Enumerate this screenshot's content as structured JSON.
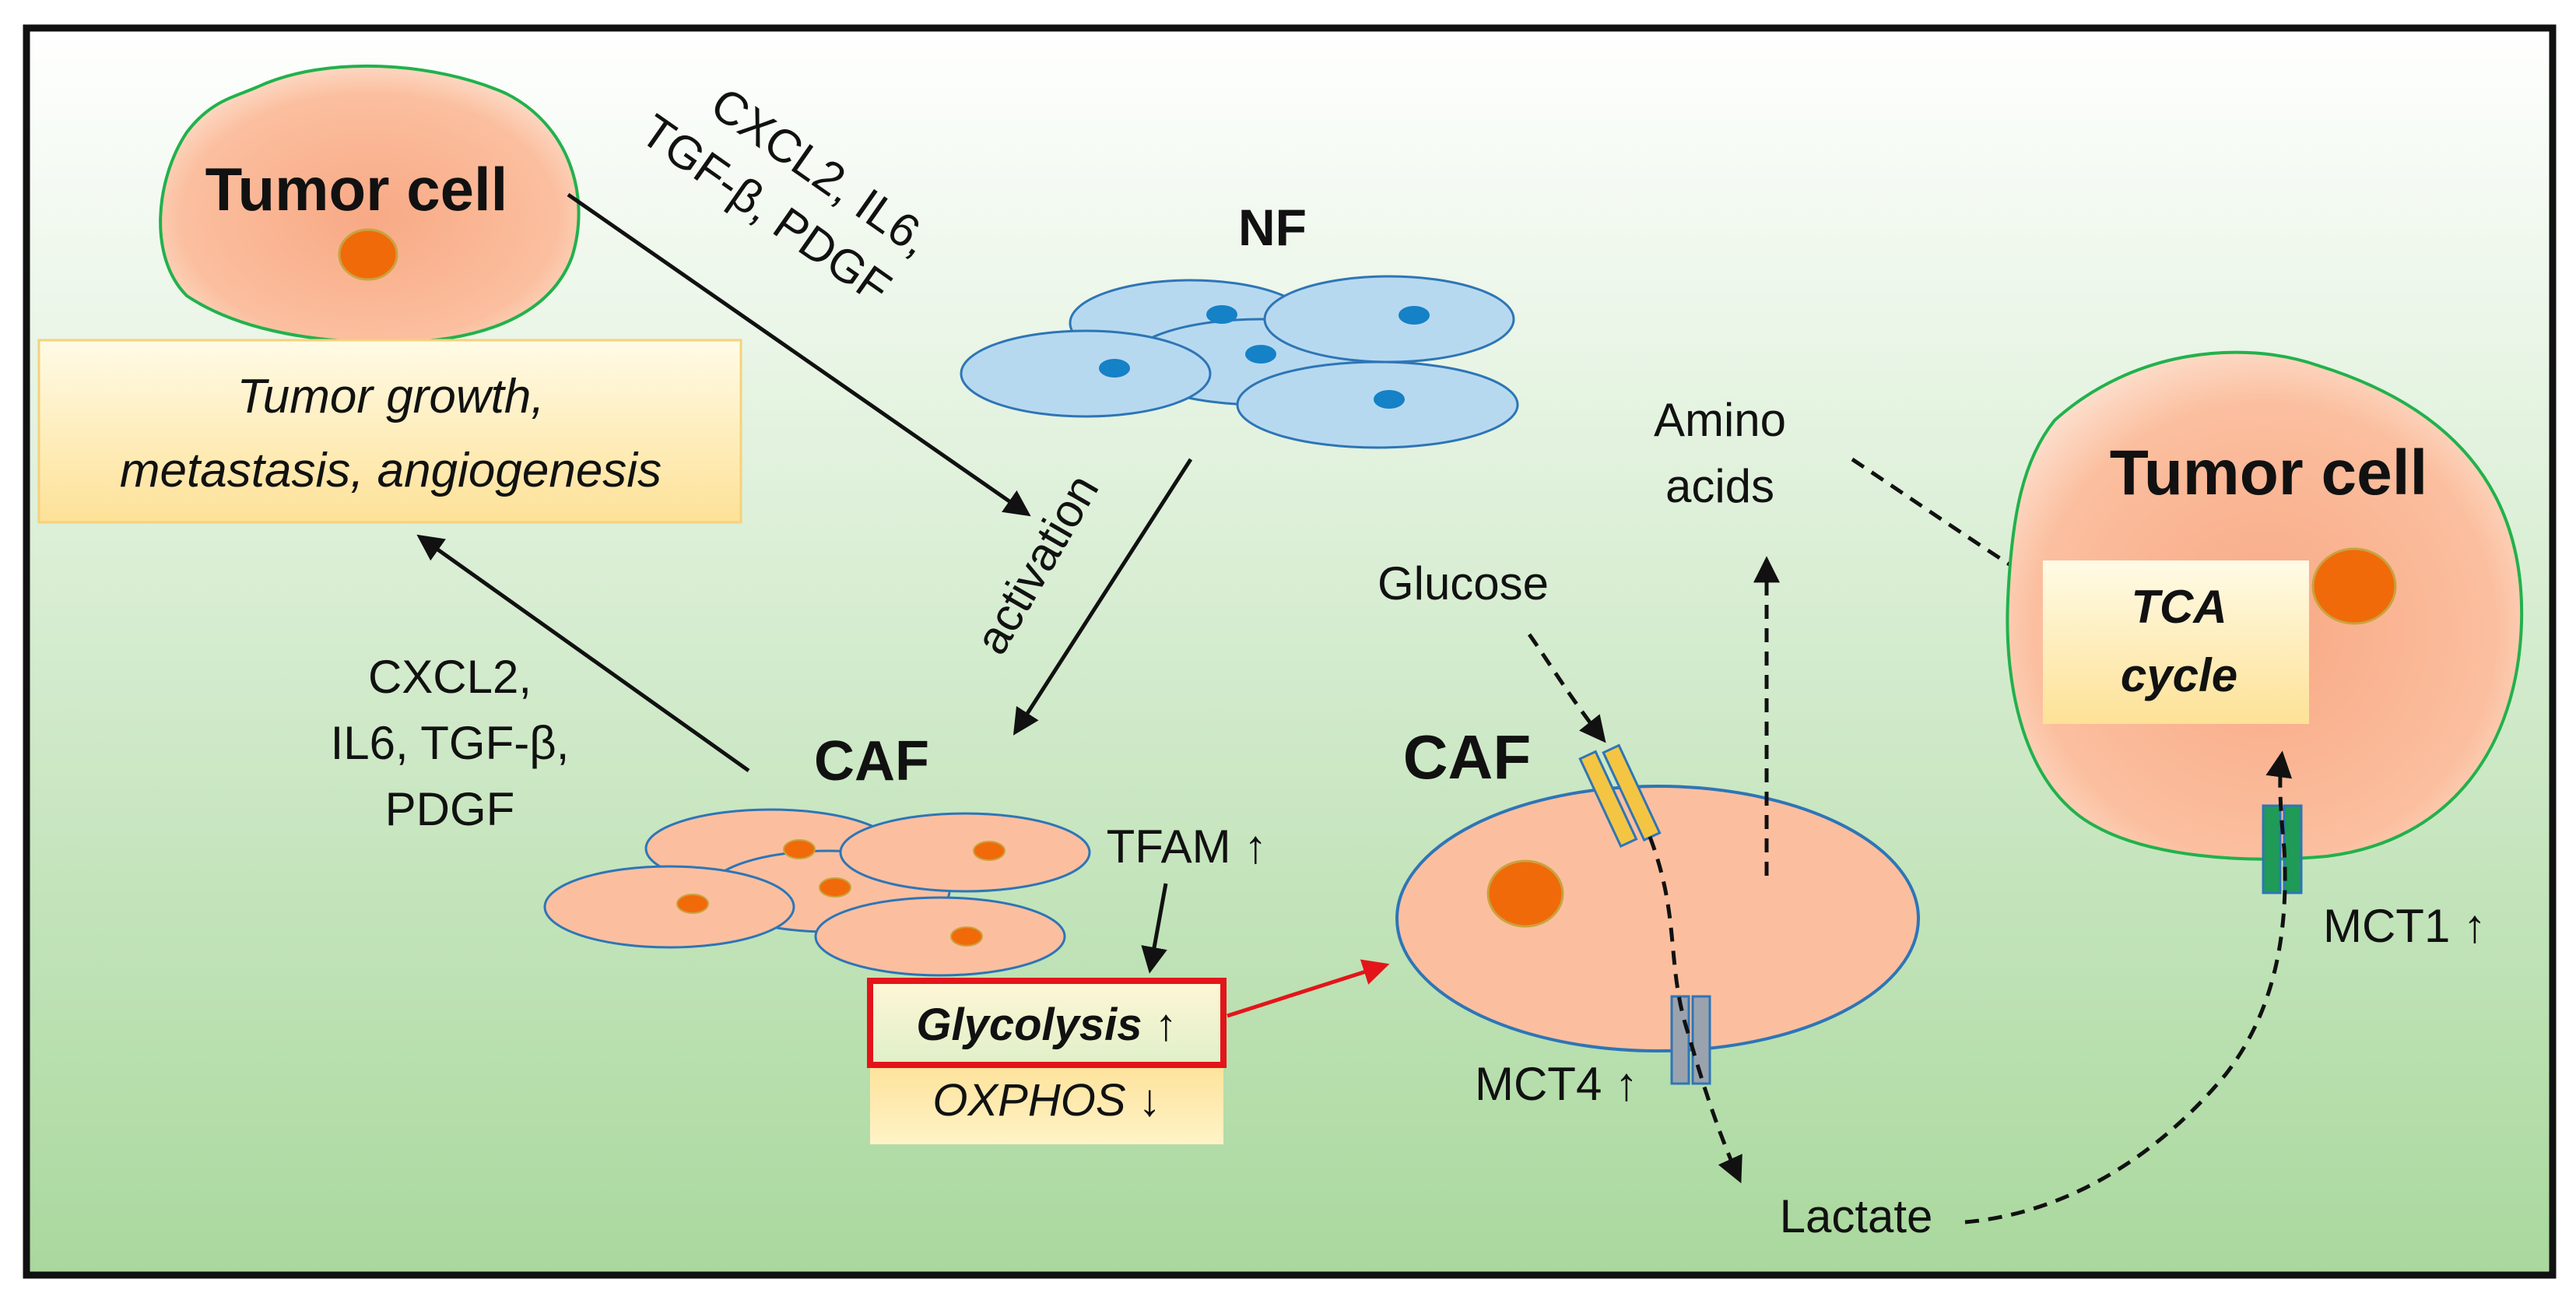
{
  "colors": {
    "background_top": "#ffffff",
    "background_bottom": "#a9d89d",
    "border": "#111111",
    "cell_fill": "#fbbf9f",
    "cell_outline": "#22b14c",
    "nucleus": "#f06a0a",
    "nf_fill": "#b7d9f0",
    "nf_outline": "#2e75b6",
    "nf_nucleus": "#1581c6",
    "label_box": "#fde9a6",
    "highlight_border": "#e3151a",
    "mct4_transporter": "#9aa3ad",
    "glucose_transporter": "#f4c542",
    "mct1_transporter": "#1f9a57"
  },
  "labels": {
    "tumor_cell_left": "Tumor cell",
    "tumor_cell_right": "Tumor cell",
    "effects_line1": "Tumor growth,",
    "effects_line2": "metastasis, angiogenesis",
    "signals_top_line1": "CXCL2, IL6,",
    "signals_top_line2": "TGF-β, PDGF",
    "nf": "NF",
    "activation": "activation",
    "signals_bottom_line1": "CXCL2,",
    "signals_bottom_line2": "IL6, TGF-β,",
    "signals_bottom_line3": "PDGF",
    "caf_left": "CAF",
    "caf_right": "CAF",
    "tfam": "TFAM ↑",
    "glycolysis": "Glycolysis ↑",
    "oxphos": "OXPHOS ↓",
    "amino_line1": "Amino",
    "amino_line2": "acids",
    "glucose": "Glucose",
    "tca_line1": "TCA",
    "tca_line2": "cycle",
    "mct4": "MCT4 ↑",
    "mct1": "MCT1 ↑",
    "lactate": "Lactate"
  }
}
